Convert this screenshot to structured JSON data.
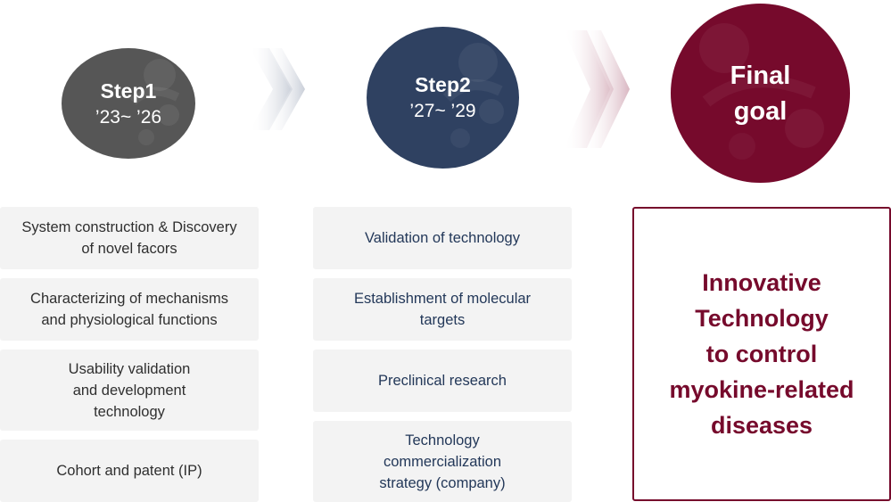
{
  "steps": [
    {
      "title": "Step1",
      "period": "’23~ ’26"
    },
    {
      "title": "Step2",
      "period": "’27~ ’29"
    }
  ],
  "final": {
    "title_lines": [
      "Final",
      "goal"
    ]
  },
  "step1_items": [
    {
      "lines": [
        "System construction & Discovery",
        "of novel facors"
      ]
    },
    {
      "lines": [
        "Characterizing of mechanisms",
        "and physiological functions"
      ]
    },
    {
      "lines": [
        "Usability validation",
        "and development",
        "technology"
      ]
    },
    {
      "lines": [
        "Cohort and patent (IP)"
      ]
    }
  ],
  "step2_items": [
    {
      "lines": [
        "Validation of technology"
      ]
    },
    {
      "lines": [
        "Establishment of molecular",
        "targets"
      ]
    },
    {
      "lines": [
        "Preclinical research"
      ]
    },
    {
      "lines": [
        "Technology",
        "commercialization",
        "strategy (company)"
      ]
    }
  ],
  "goal": {
    "lines": [
      "Innovative",
      "Technology",
      "to control",
      "myokine-related",
      "diseases"
    ]
  },
  "colors": {
    "step1": "#565656",
    "step2": "#2f4161",
    "final": "#760a2c",
    "card": "#f3f3f3"
  }
}
